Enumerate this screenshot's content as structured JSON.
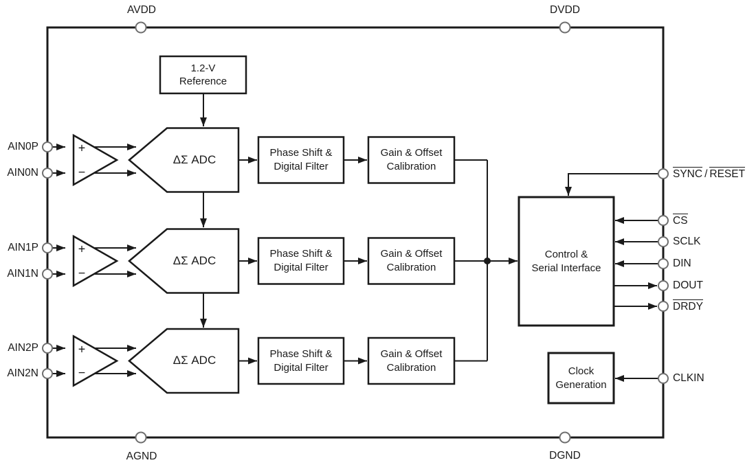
{
  "diagram": {
    "title_semantic": "3-channel delta-sigma ADC functional block diagram",
    "colors": {
      "line": "#1a1a1a",
      "terminal_stroke": "#6e6e6e",
      "background": "#ffffff"
    },
    "power_pins": {
      "avdd": "AVDD",
      "dvdd": "DVDD",
      "agnd": "AGND",
      "dgnd": "DGND"
    },
    "reference_block": {
      "line1": "1.2-V",
      "line2": "Reference"
    },
    "channels": [
      {
        "input_p": "AIN0P",
        "input_n": "AIN0N",
        "amp_plus": "+",
        "amp_minus": "−",
        "adc_label": "ΔΣ ADC",
        "filter_line1": "Phase Shift &",
        "filter_line2": "Digital Filter",
        "cal_line1": "Gain & Offset",
        "cal_line2": "Calibration"
      },
      {
        "input_p": "AIN1P",
        "input_n": "AIN1N",
        "amp_plus": "+",
        "amp_minus": "−",
        "adc_label": "ΔΣ ADC",
        "filter_line1": "Phase Shift &",
        "filter_line2": "Digital Filter",
        "cal_line1": "Gain & Offset",
        "cal_line2": "Calibration"
      },
      {
        "input_p": "AIN2P",
        "input_n": "AIN2N",
        "amp_plus": "+",
        "amp_minus": "−",
        "adc_label": "ΔΣ ADC",
        "filter_line1": "Phase Shift &",
        "filter_line2": "Digital Filter",
        "cal_line1": "Gain & Offset",
        "cal_line2": "Calibration"
      }
    ],
    "control_block": {
      "line1": "Control &",
      "line2": "Serial Interface"
    },
    "clock_block": {
      "line1": "Clock",
      "line2": "Generation"
    },
    "serial_pins": {
      "sync": "SYNC",
      "slash": "/",
      "reset": "RESET",
      "cs": "CS",
      "sclk": "SCLK",
      "din": "DIN",
      "dout": "DOUT",
      "drdy": "DRDY",
      "clkin": "CLKIN"
    }
  }
}
